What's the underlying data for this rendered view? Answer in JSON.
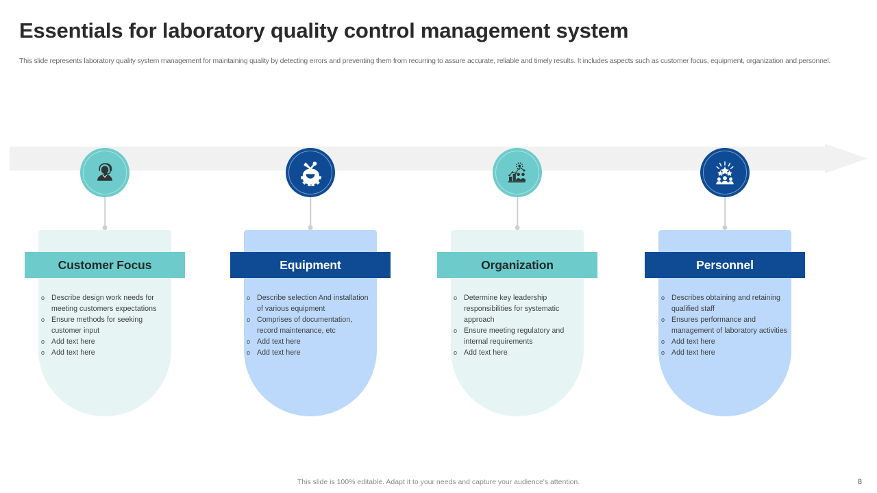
{
  "header": {
    "title": "Essentials for laboratory quality control management system",
    "subtitle": "This slide represents laboratory quality system management for maintaining quality by detecting errors and preventing them from recurring to assure accurate, reliable and timely results. It includes aspects such as customer focus, equipment, organization and personnel."
  },
  "theme": {
    "teal": "#6ecbcb",
    "teal_light": "#e6f5f3",
    "blue": "#0e4b94",
    "blue_light": "#bcd8fb",
    "arrow_gray": "#f1f1f1",
    "connector_gray": "#cfcfcf",
    "title_color": "#2a2a2a",
    "body_text": "#3f3f3f"
  },
  "arrow": {
    "name": "process-arrow",
    "direction": "right"
  },
  "columns": [
    {
      "id": "customer-focus",
      "label": "Customer Focus",
      "icon": "headset-agent-icon",
      "circle_color": "#6ecbcb",
      "band_color": "#6ecbcb",
      "band_text_color": "#1f2b2b",
      "body_color": "#e6f5f3",
      "bullet_marker": "o",
      "bullets": [
        "Describe design work needs for meeting customers expectations",
        "Ensure methods for seeking customer input",
        "Add text here",
        "Add text here"
      ]
    },
    {
      "id": "equipment",
      "label": "Equipment",
      "icon": "gear-tools-icon",
      "circle_color": "#0e4b94",
      "band_color": "#0e4b94",
      "band_text_color": "#ffffff",
      "body_color": "#bcd8fb",
      "bullet_marker": "o",
      "bullets": [
        "Describe selection And installation of various equipment",
        "Comprises of documentation, record maintenance, etc",
        "Add text here",
        "Add text here"
      ]
    },
    {
      "id": "organization",
      "label": "Organization",
      "icon": "org-growth-chart-icon",
      "circle_color": "#6ecbcb",
      "band_color": "#6ecbcb",
      "band_text_color": "#1f2b2b",
      "body_color": "#e6f5f3",
      "bullet_marker": "o",
      "bullets": [
        "Determine key leadership responsibilities for systematic approach",
        "Ensure meeting regulatory and internal requirements",
        "Add text here"
      ]
    },
    {
      "id": "personnel",
      "label": "Personnel",
      "icon": "team-star-rating-icon",
      "circle_color": "#0e4b94",
      "band_color": "#0e4b94",
      "band_text_color": "#ffffff",
      "body_color": "#bcd8fb",
      "bullet_marker": "o",
      "bullets": [
        "Describes obtaining and retaining qualified staff",
        "Ensures performance and management of laboratory activities",
        "Add text here",
        "Add text here"
      ]
    }
  ],
  "footer": {
    "note": "This slide is 100% editable. Adapt it to your needs and capture your audience's attention.",
    "page_number": "8"
  }
}
